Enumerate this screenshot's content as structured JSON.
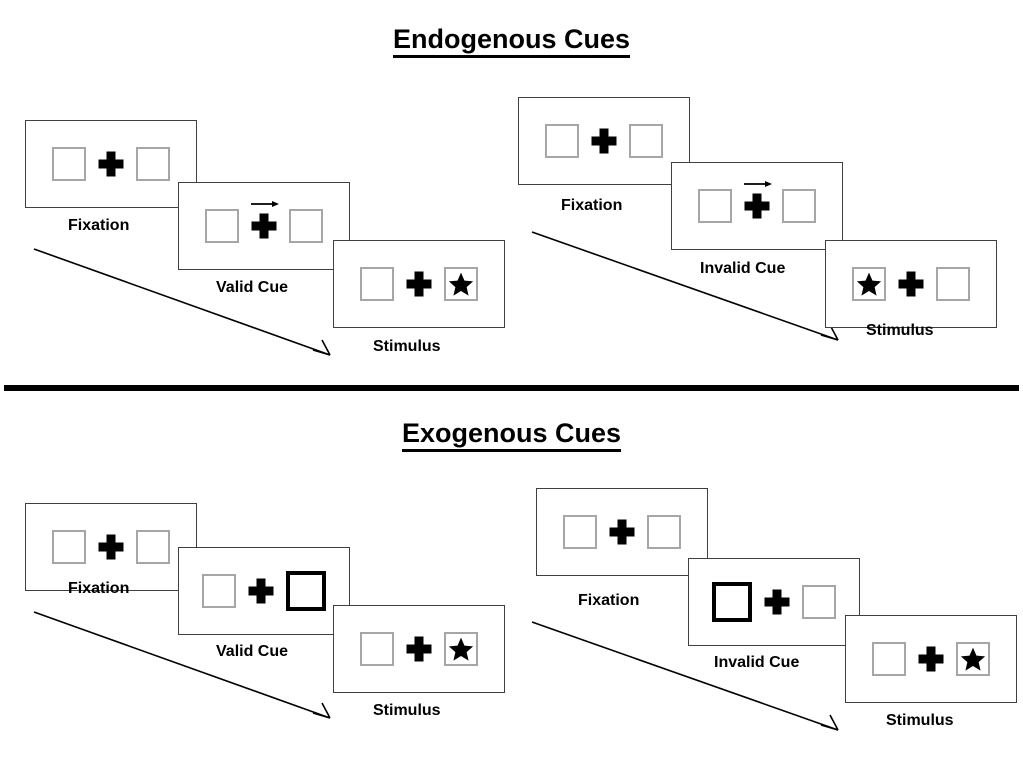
{
  "figure": {
    "background_color": "#ffffff",
    "ink_color": "#000000",
    "square_border_color": "#a6a6a6",
    "cued_square_border_color": "#000000",
    "panel_border_color": "#3f3f3f"
  },
  "sections": [
    {
      "id": "endogenous",
      "title": "Endogenous Cues",
      "cue_type": "arrow",
      "sequences": [
        {
          "id": "endogenous-valid",
          "panels": [
            {
              "caption": "Fixation",
              "left_box": "empty",
              "right_box": "empty",
              "cue": "none",
              "arrow_direction": ""
            },
            {
              "caption": "Valid Cue",
              "left_box": "empty",
              "right_box": "empty",
              "cue": "arrow",
              "arrow_direction": "right"
            },
            {
              "caption": "Stimulus",
              "left_box": "empty",
              "right_box": "star",
              "cue": "none",
              "arrow_direction": ""
            }
          ]
        },
        {
          "id": "endogenous-invalid",
          "panels": [
            {
              "caption": "Fixation",
              "left_box": "empty",
              "right_box": "empty",
              "cue": "none",
              "arrow_direction": ""
            },
            {
              "caption": "Invalid Cue",
              "left_box": "empty",
              "right_box": "empty",
              "cue": "arrow",
              "arrow_direction": "right"
            },
            {
              "caption": "Stimulus",
              "left_box": "star",
              "right_box": "empty",
              "cue": "none",
              "arrow_direction": ""
            }
          ]
        }
      ]
    },
    {
      "id": "exogenous",
      "title": "Exogenous Cues",
      "cue_type": "box-flash",
      "sequences": [
        {
          "id": "exogenous-valid",
          "panels": [
            {
              "caption": "Fixation",
              "left_box": "empty",
              "right_box": "empty",
              "cue": "none",
              "arrow_direction": ""
            },
            {
              "caption": "Valid Cue",
              "left_box": "empty",
              "right_box": "cued",
              "cue": "box-flash",
              "arrow_direction": ""
            },
            {
              "caption": "Stimulus",
              "left_box": "empty",
              "right_box": "star",
              "cue": "none",
              "arrow_direction": ""
            }
          ]
        },
        {
          "id": "exogenous-invalid",
          "panels": [
            {
              "caption": "Fixation",
              "left_box": "empty",
              "right_box": "empty",
              "cue": "none",
              "arrow_direction": ""
            },
            {
              "caption": "Invalid Cue",
              "left_box": "cued",
              "right_box": "empty",
              "cue": "box-flash",
              "arrow_direction": ""
            },
            {
              "caption": "Stimulus",
              "left_box": "empty",
              "right_box": "star",
              "cue": "none",
              "arrow_direction": ""
            }
          ]
        }
      ]
    }
  ],
  "icons": {
    "fixation_cross": "plus-icon",
    "target": "star-icon",
    "cue_arrow": "arrow-right-icon",
    "timeline": "time-arrow-icon"
  }
}
